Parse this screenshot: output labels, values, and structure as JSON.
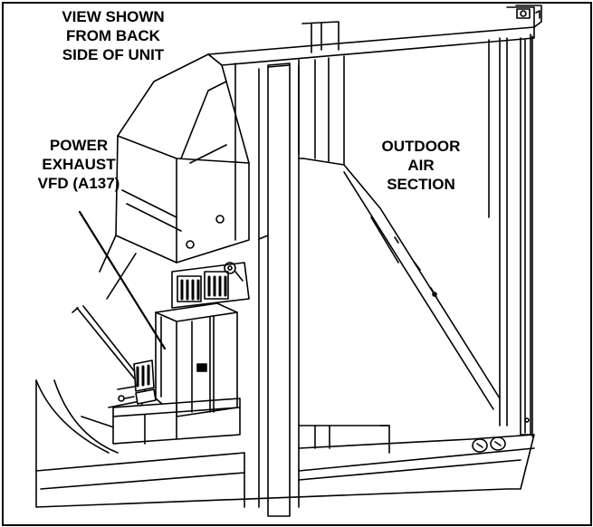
{
  "labels": {
    "view_note": "VIEW SHOWN\nFROM BACK\nSIDE OF UNIT",
    "vfd_callout": "POWER\nEXHAUST\nVFD (A137)",
    "section_callout": "OUTDOOR\nAIR\nSECTION"
  },
  "colors": {
    "line": "#000000",
    "background": "#ffffff"
  }
}
